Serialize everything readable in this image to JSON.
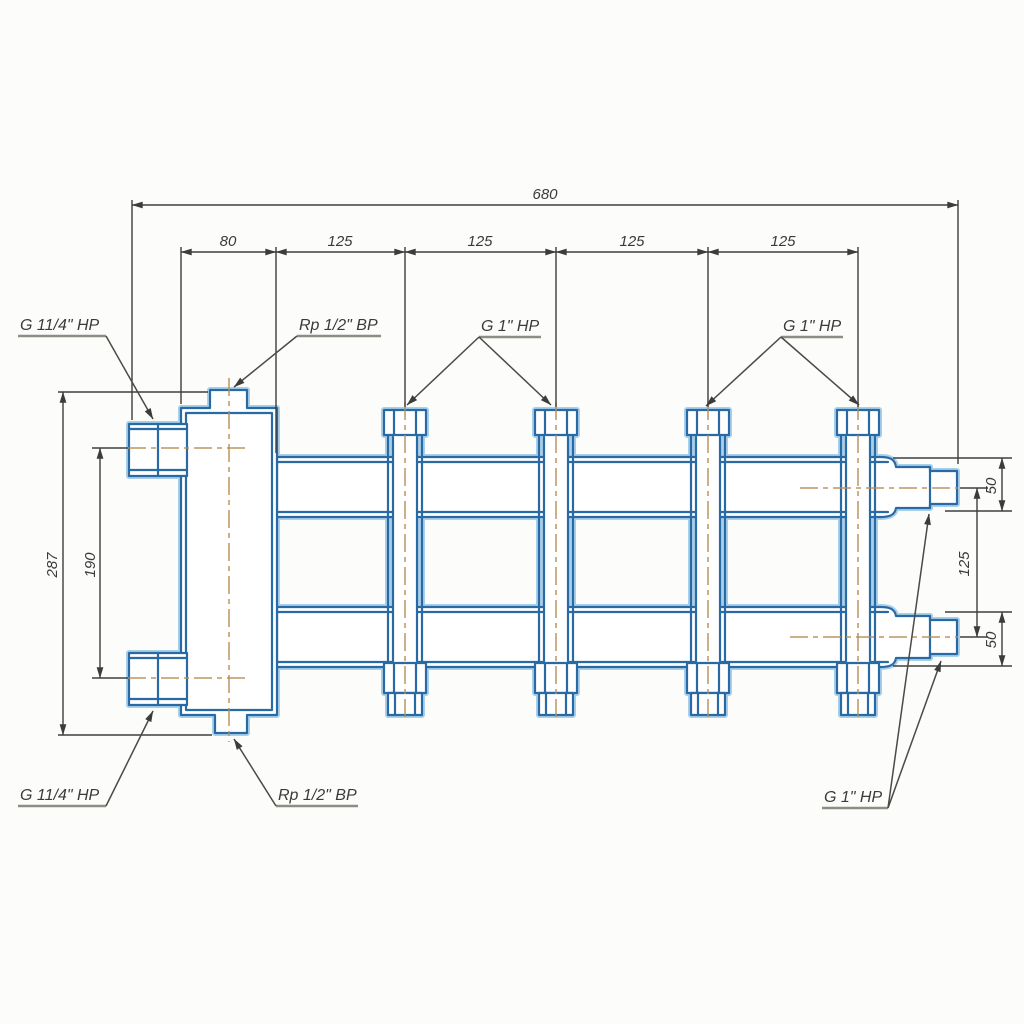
{
  "drawing": {
    "top_dimensions": {
      "overall": "680",
      "segments": [
        "80",
        "125",
        "125",
        "125",
        "125"
      ]
    },
    "left_dimensions": {
      "overall_height": "287",
      "port_spacing": "190"
    },
    "right_dimensions": {
      "top_offset": "50",
      "port_spacing": "125",
      "bottom_offset": "50"
    },
    "port_labels": {
      "top_left_flange": "G 11/4\" HP",
      "top_air_vent": "Rp 1/2\" BP",
      "top_nozzles_pair1": "G 1\" HP",
      "top_nozzles_pair2": "G 1\" HP",
      "bottom_left_flange": "G 11/4\" HP",
      "bottom_drain": "Rp 1/2\" BP",
      "right_outlets": "G 1\" HP"
    },
    "colors": {
      "outline_blue": "#2a6aa4",
      "highlight_blue": "#a9d0ea",
      "centerline_orange": "#b98c54",
      "dimension_gray": "#3e3e3c",
      "leader_underline_gray": "#8d8d85",
      "background": "#fcfcfa"
    }
  }
}
